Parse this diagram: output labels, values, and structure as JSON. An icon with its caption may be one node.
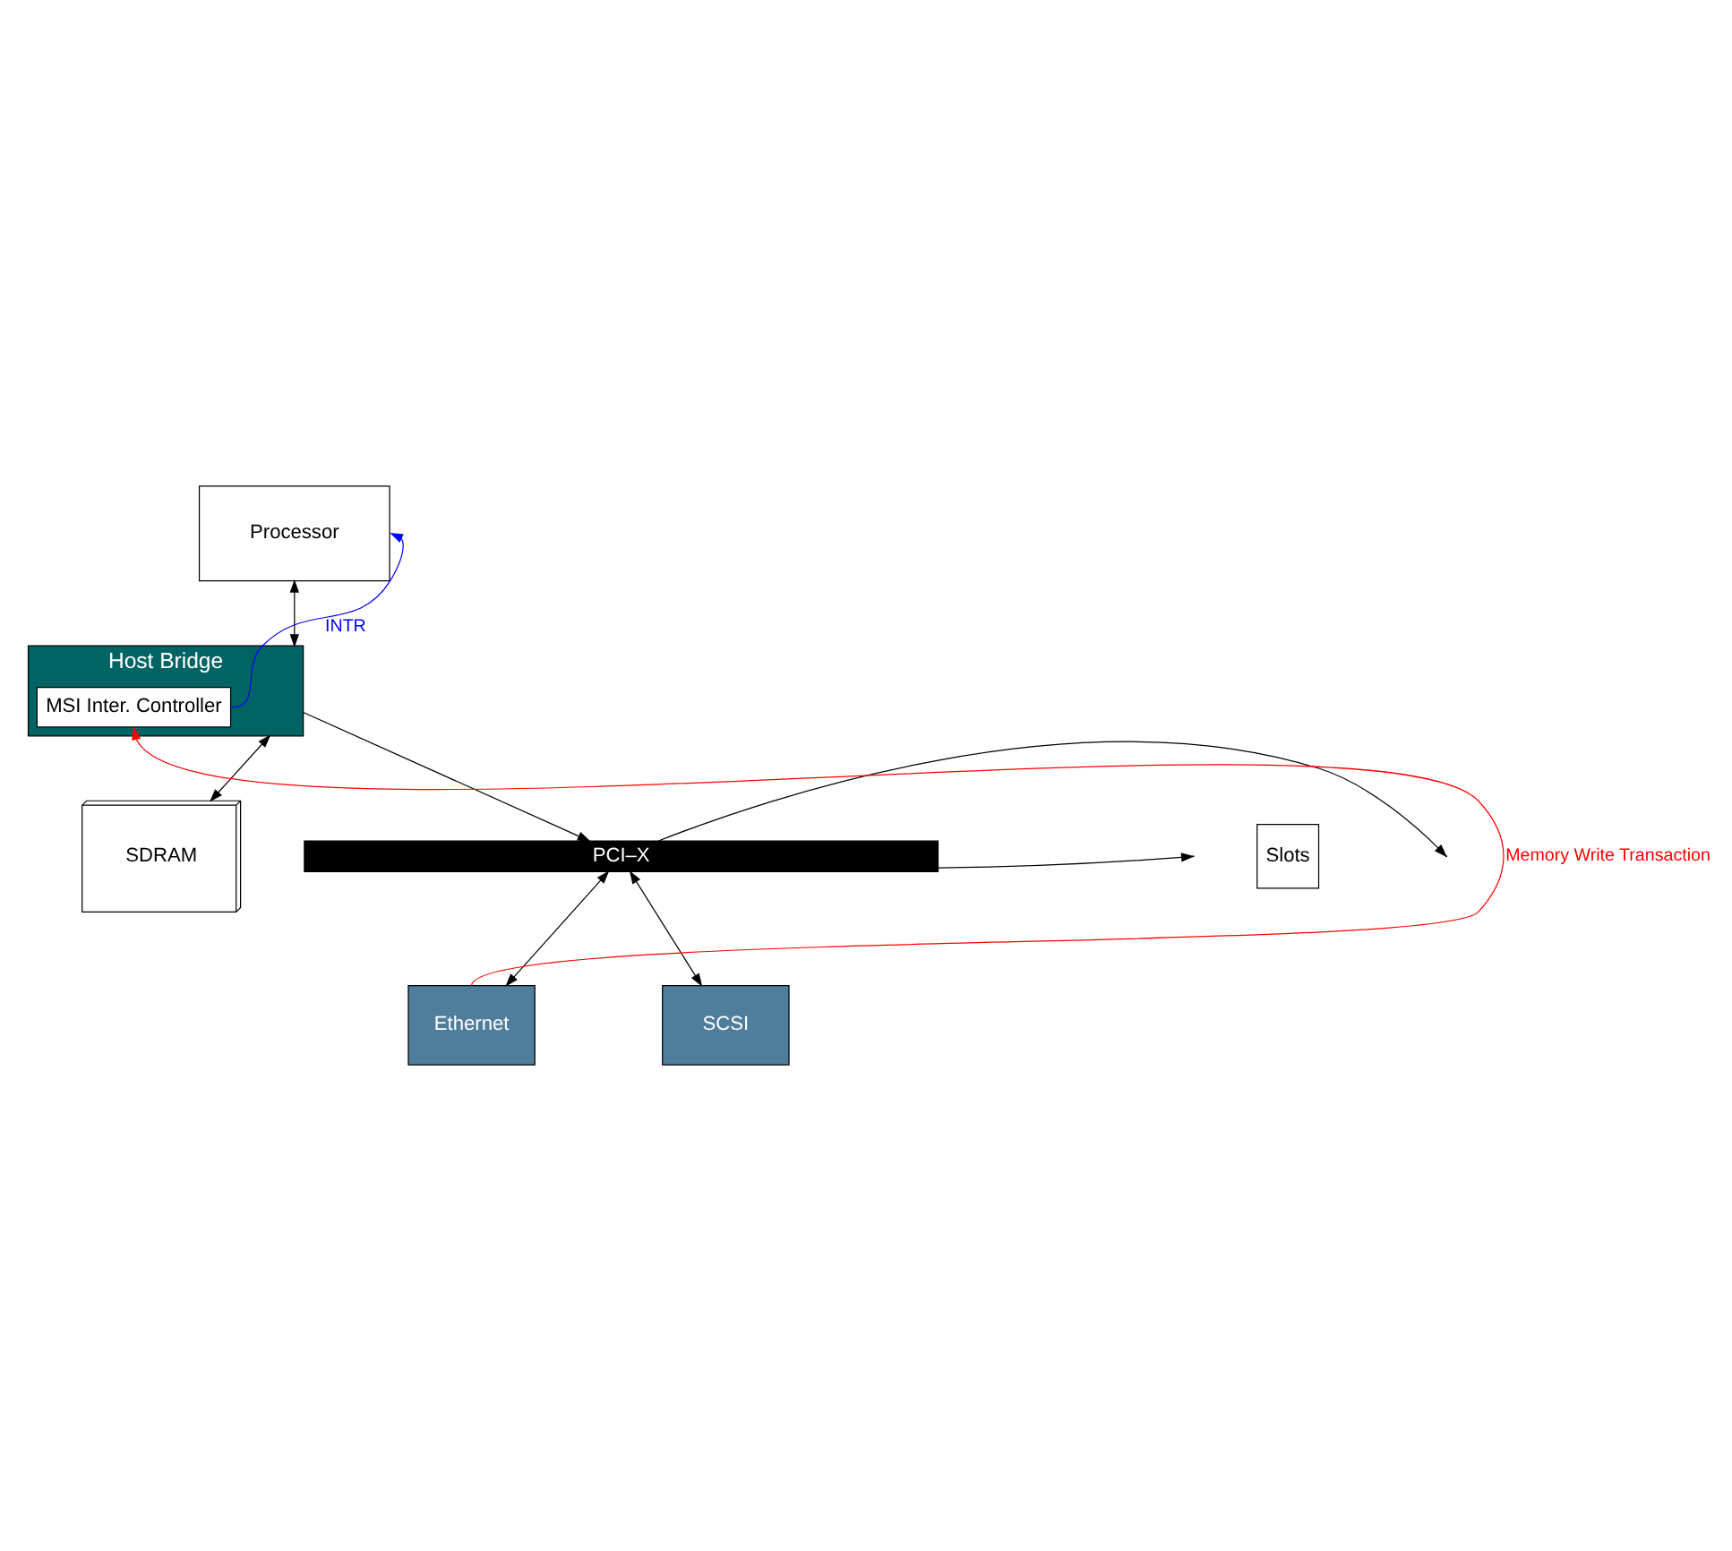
{
  "diagram": {
    "nodes": [
      {
        "text": [
          "Processor"
        ]
      },
      {
        "text": [
          "Host Bridge"
        ]
      },
      {
        "text": [
          "MSI Inter. Controller"
        ],
        "in": 1
      },
      {
        "text": [
          "SDRAM"
        ]
      },
      {
        "text": [
          "PCI–X"
        ]
      },
      {
        "text": [
          "Slots"
        ]
      },
      {
        "text": [
          "Ethernet"
        ]
      },
      {
        "text": [
          "SCSI"
        ]
      }
    ],
    "edges": [
      {
        "from": 0,
        "to": 1,
        "arrow": "both"
      },
      {
        "from": 1,
        "to": 3,
        "arrow": "both"
      },
      {
        "from": 2,
        "to": 0,
        "arrow": "to",
        "label": "INTR",
        "color": "#0000ff"
      },
      {
        "from": 1,
        "to": 4,
        "arrow": "to"
      },
      {
        "from": 4,
        "to": 6,
        "arrow": "both"
      },
      {
        "from": 4,
        "to": 7,
        "arrow": "both"
      },
      {
        "from": 6,
        "to": 2,
        "arrow": "to",
        "label": "Memory Write Transaction",
        "color": "#ff0000"
      },
      {
        "from": 4,
        "to": null,
        "arrow": "to"
      },
      {
        "from": 4,
        "to": null,
        "arrow": "to"
      }
    ]
  }
}
